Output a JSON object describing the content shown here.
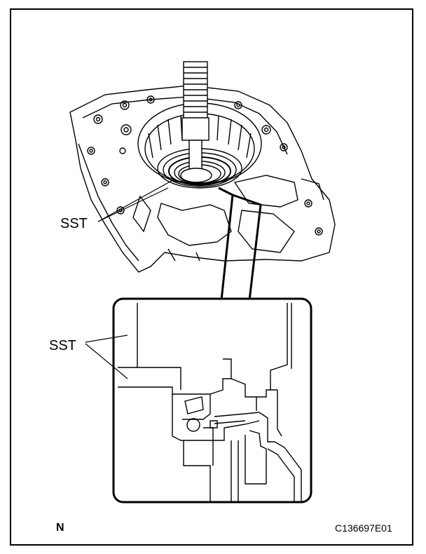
{
  "labels": {
    "sst_top": "SST",
    "sst_inset": "SST",
    "note": "N",
    "figure_code": "C136697E01"
  },
  "colors": {
    "line": "#000000",
    "background": "#ffffff",
    "shade": "#e8e8e8"
  }
}
